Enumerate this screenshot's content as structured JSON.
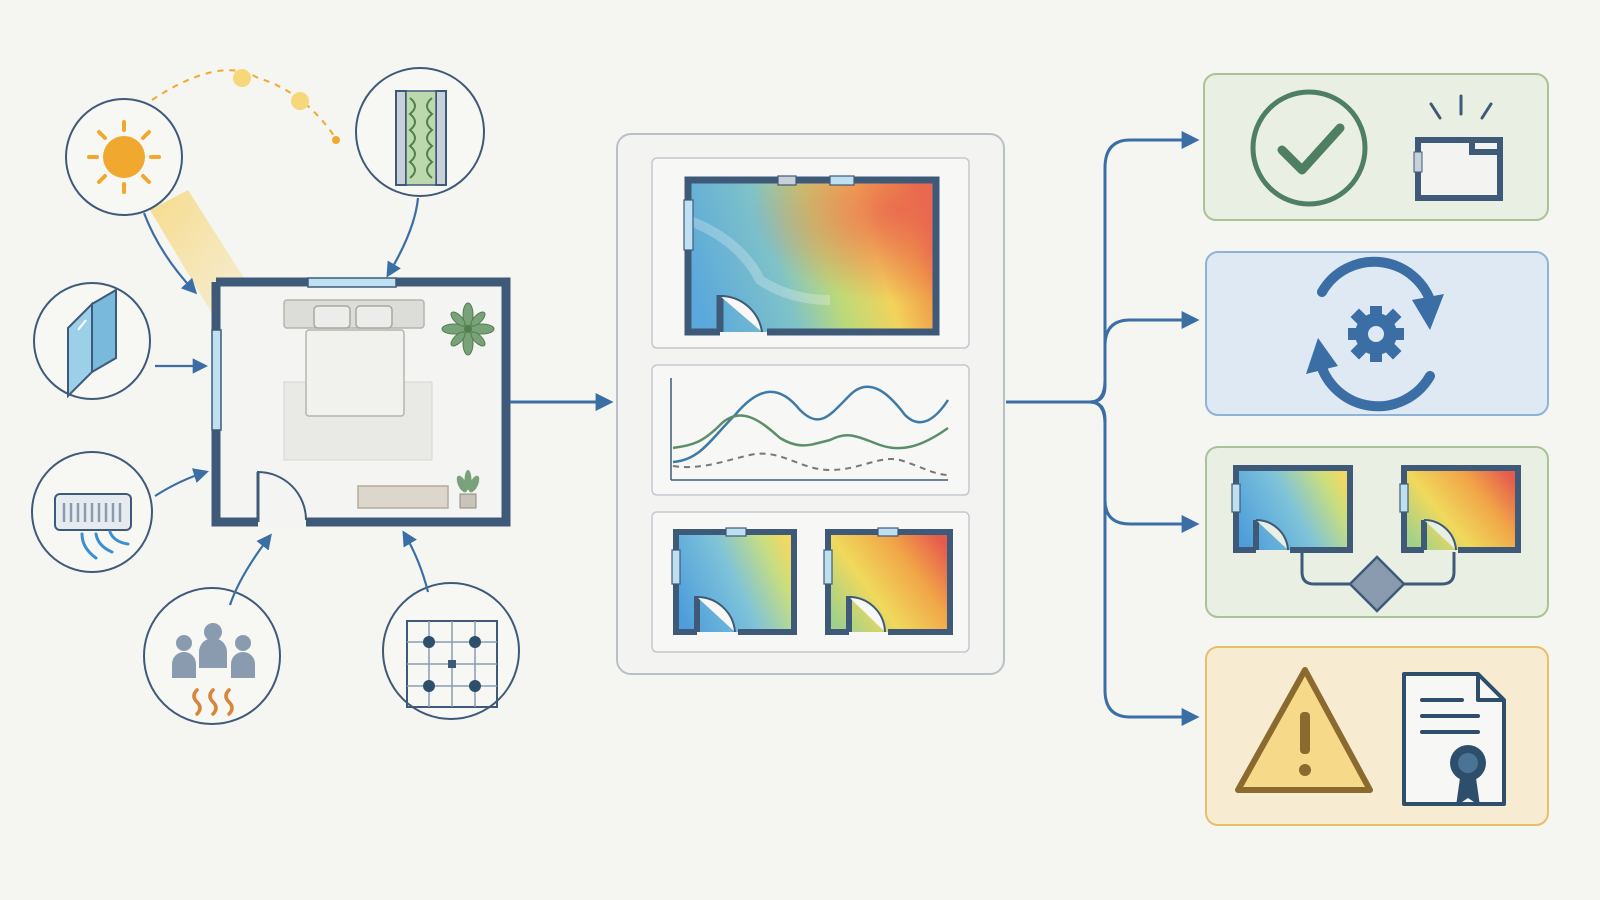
{
  "colors": {
    "background": "#f5f5f2",
    "stroke": "#3f5a78",
    "connector": "#3a6ea5",
    "sun": "#f0a92e",
    "sunbeam": "#f6d77a",
    "glass": "#79b9dc",
    "insulation": "#8fbf7f",
    "people": "#8a9bb0",
    "heat": "#d7863a",
    "panel_bg": "#f3f3f1",
    "panel_border": "#b9c0c8",
    "card_green_bg": "#e9efe2",
    "card_green_border": "#a9c29a",
    "card_blue_bg": "#dfe9f3",
    "card_blue_border": "#8fb3d6",
    "card_amber_bg": "#f7ecd2",
    "card_amber_border": "#e5bf6a",
    "check_green": "#4f7f62",
    "warning_fill": "#f7d98a",
    "warning_stroke": "#8a6a2e",
    "badge_navy": "#2e4f6b",
    "line_blue": "#3d7aa8",
    "line_green": "#5b8f6a",
    "line_dash": "#777777"
  },
  "inputs": [
    {
      "id": "solar",
      "icon": "sun-icon"
    },
    {
      "id": "insulation",
      "icon": "wall-insulation-icon"
    },
    {
      "id": "glazing",
      "icon": "window-glazing-icon"
    },
    {
      "id": "hvac",
      "icon": "air-conditioner-icon"
    },
    {
      "id": "occupancy",
      "icon": "people-heat-icon"
    },
    {
      "id": "sensors",
      "icon": "sensor-grid-icon"
    }
  ],
  "center_room": {
    "icon": "bedroom-floorplan-icon"
  },
  "simulation_panel": {
    "sections": [
      {
        "id": "heatmap",
        "icon": "room-heatmap-icon"
      },
      {
        "id": "timeseries",
        "icon": "temperature-line-chart-icon"
      },
      {
        "id": "comparison",
        "icon": "heatmap-comparison-icon"
      }
    ]
  },
  "outcomes": [
    {
      "id": "approved",
      "icons": [
        "checkmark-circle-icon",
        "floorplan-outline-icon"
      ]
    },
    {
      "id": "optimize",
      "icons": [
        "gear-cycle-icon"
      ]
    },
    {
      "id": "compare",
      "icons": [
        "heatmap-cool-icon",
        "decision-diamond-icon",
        "heatmap-warm-icon"
      ]
    },
    {
      "id": "warning",
      "icons": [
        "warning-triangle-icon",
        "certificate-document-icon"
      ]
    }
  ]
}
